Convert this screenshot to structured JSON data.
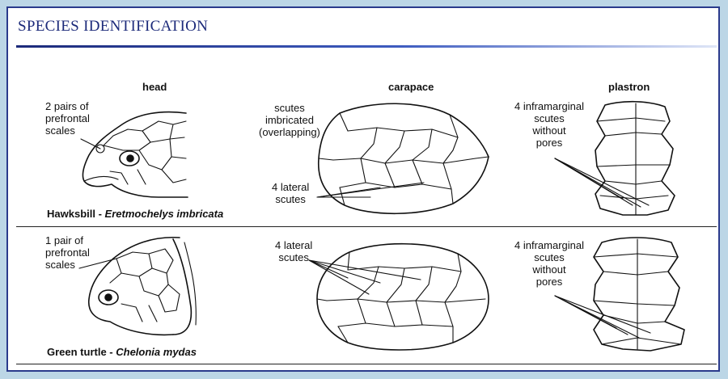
{
  "title": "SPECIES IDENTIFICATION",
  "columns": {
    "head": "head",
    "carapace": "carapace",
    "plastron": "plastron"
  },
  "hawksbill": {
    "common": "Hawksbill -",
    "scientific": "Eretmochelys imbricata",
    "head_label": [
      "2 pairs of",
      "prefrontal",
      "scales"
    ],
    "carapace_label_top": [
      "scutes",
      "imbricated",
      "(overlapping)"
    ],
    "carapace_label_bottom": [
      "4 lateral",
      "scutes"
    ],
    "plastron_label": [
      "4 inframarginal",
      "scutes",
      "without",
      "pores"
    ]
  },
  "green": {
    "common": "Green turtle -",
    "scientific": "Chelonia mydas",
    "head_label": [
      "1 pair of",
      "prefrontal",
      "scales"
    ],
    "carapace_label": [
      "4 lateral",
      "scutes"
    ],
    "plastron_label": [
      "4 inframarginal",
      "scutes",
      "without",
      "pores"
    ]
  }
}
